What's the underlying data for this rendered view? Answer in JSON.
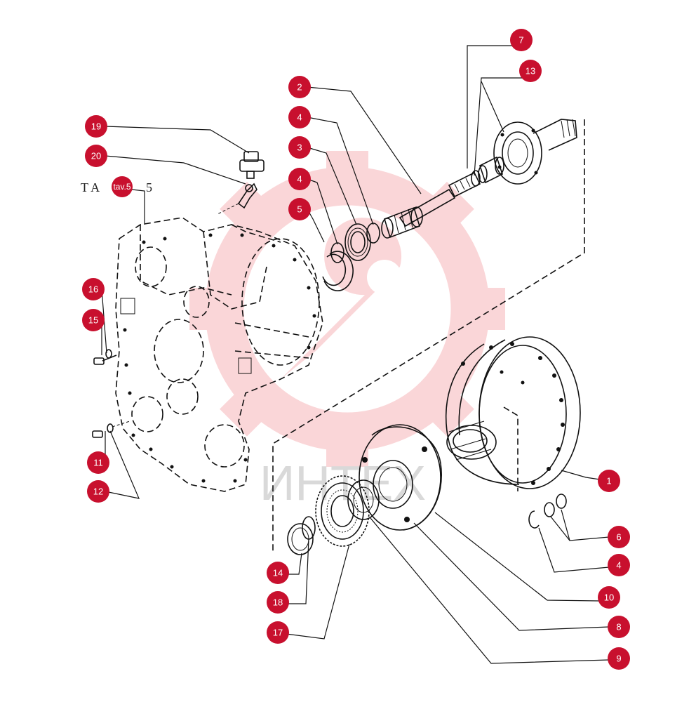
{
  "watermark": {
    "text": "ИНТЕХ"
  },
  "ref_tag": {
    "label": "tav.5"
  },
  "stray_text": {
    "ta": "T A",
    "five": "5"
  },
  "callouts": [
    {
      "id": "c1",
      "label": "1"
    },
    {
      "id": "c2",
      "label": "2"
    },
    {
      "id": "c3",
      "label": "3"
    },
    {
      "id": "c4a",
      "label": "4"
    },
    {
      "id": "c4b",
      "label": "4"
    },
    {
      "id": "c4c",
      "label": "4"
    },
    {
      "id": "c5",
      "label": "5"
    },
    {
      "id": "c6",
      "label": "6"
    },
    {
      "id": "c7",
      "label": "7"
    },
    {
      "id": "c8",
      "label": "8"
    },
    {
      "id": "c9",
      "label": "9"
    },
    {
      "id": "c10",
      "label": "10"
    },
    {
      "id": "c11",
      "label": "11"
    },
    {
      "id": "c12",
      "label": "12"
    },
    {
      "id": "c13",
      "label": "13"
    },
    {
      "id": "c14",
      "label": "14"
    },
    {
      "id": "c15",
      "label": "15"
    },
    {
      "id": "c16",
      "label": "16"
    },
    {
      "id": "c17",
      "label": "17"
    },
    {
      "id": "c18",
      "label": "18"
    },
    {
      "id": "c19",
      "label": "19"
    },
    {
      "id": "c20",
      "label": "20"
    }
  ],
  "colors": {
    "callout": "#c8102e",
    "watermark": "#e8383f",
    "line": "#111111"
  }
}
